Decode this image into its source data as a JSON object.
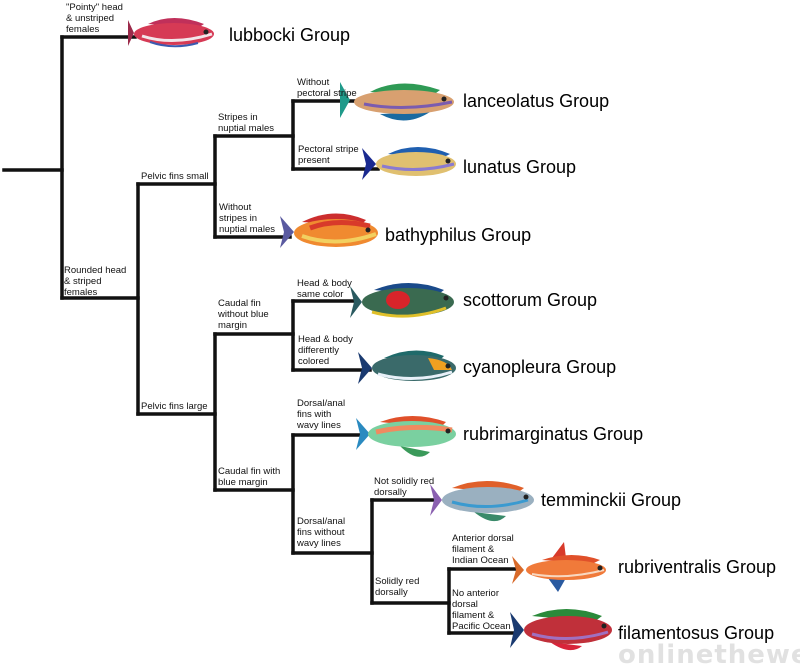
{
  "notes": {
    "pointy_head": "\"Pointy\" head\n& unstriped\nfemales",
    "rounded_head": "Rounded head\n& striped\nfemales",
    "pelvic_small": "Pelvic fins small",
    "pelvic_large": "Pelvic fins large",
    "stripes_nuptial": "Stripes in\nnuptial males",
    "without_stripes": "Without\nstripes in\nnuptial males",
    "without_pectoral": "Without\npectoral stripe",
    "pectoral_present": "Pectoral stripe\npresent",
    "caudal_without_blue": "Caudal fin\nwithout blue\nmargin",
    "caudal_with_blue": "Caudal fin with\nblue margin",
    "head_body_same": "Head & body\nsame color",
    "head_body_different": "Head & body\ndifferently\ncolored",
    "wavy_lines": "Dorsal/anal\nfins with\nwavy lines",
    "no_wavy_lines": "Dorsal/anal\nfins without\nwavy lines",
    "not_solidly_red": "Not solidly red\ndorsally",
    "solidly_red": "Solidly red\ndorsally",
    "anterior_filament": "Anterior dorsal\nfilament &\nIndian Ocean",
    "no_anterior_filament": "No anterior\ndorsal\nfilament &\nPacific Ocean"
  },
  "groups": {
    "lubbocki": "lubbocki Group",
    "lanceolatus": "lanceolatus Group",
    "lunatus": "lunatus Group",
    "bathyphilus": "bathyphilus Group",
    "scottorum": "scottorum Group",
    "cyanopleura": "cyanopleura Group",
    "rubrimarginatus": "rubrimarginatus Group",
    "temminckii": "temminckii Group",
    "rubriventralis": "rubriventralis Group",
    "filamentosus": "filamentosus Group"
  },
  "fish_icons": [
    "fish-icon-lubbocki",
    "fish-icon-lanceolatus",
    "fish-icon-lunatus",
    "fish-icon-bathyphilus",
    "fish-icon-scottorum",
    "fish-icon-cyanopleura",
    "fish-icon-rubrimarginatus",
    "fish-icon-temminckii",
    "fish-icon-rubriventralis",
    "fish-icon-filamentosus"
  ],
  "colors": {
    "lines": "#111111"
  },
  "watermark": "onlinethewetpet"
}
